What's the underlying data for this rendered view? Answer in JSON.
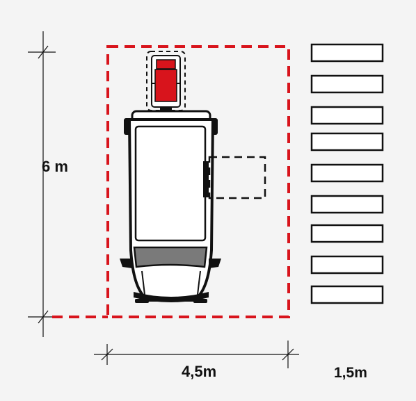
{
  "labels": {
    "height": "6 m",
    "width": "4,5m",
    "side_width": "1,5m"
  },
  "colors": {
    "zone_dash": "#d8141c",
    "stretcher": "#d8141c",
    "outline": "#111111",
    "rear_window": "#7a7a7a",
    "background": "#f4f4f4"
  },
  "icons": {
    "vehicle": "ambulance-top-view-icon",
    "stretcher": "stretcher-icon",
    "door": "open-side-door-icon",
    "crosswalk": "zebra-crossing-icon"
  },
  "crosswalk_stripes": 9
}
